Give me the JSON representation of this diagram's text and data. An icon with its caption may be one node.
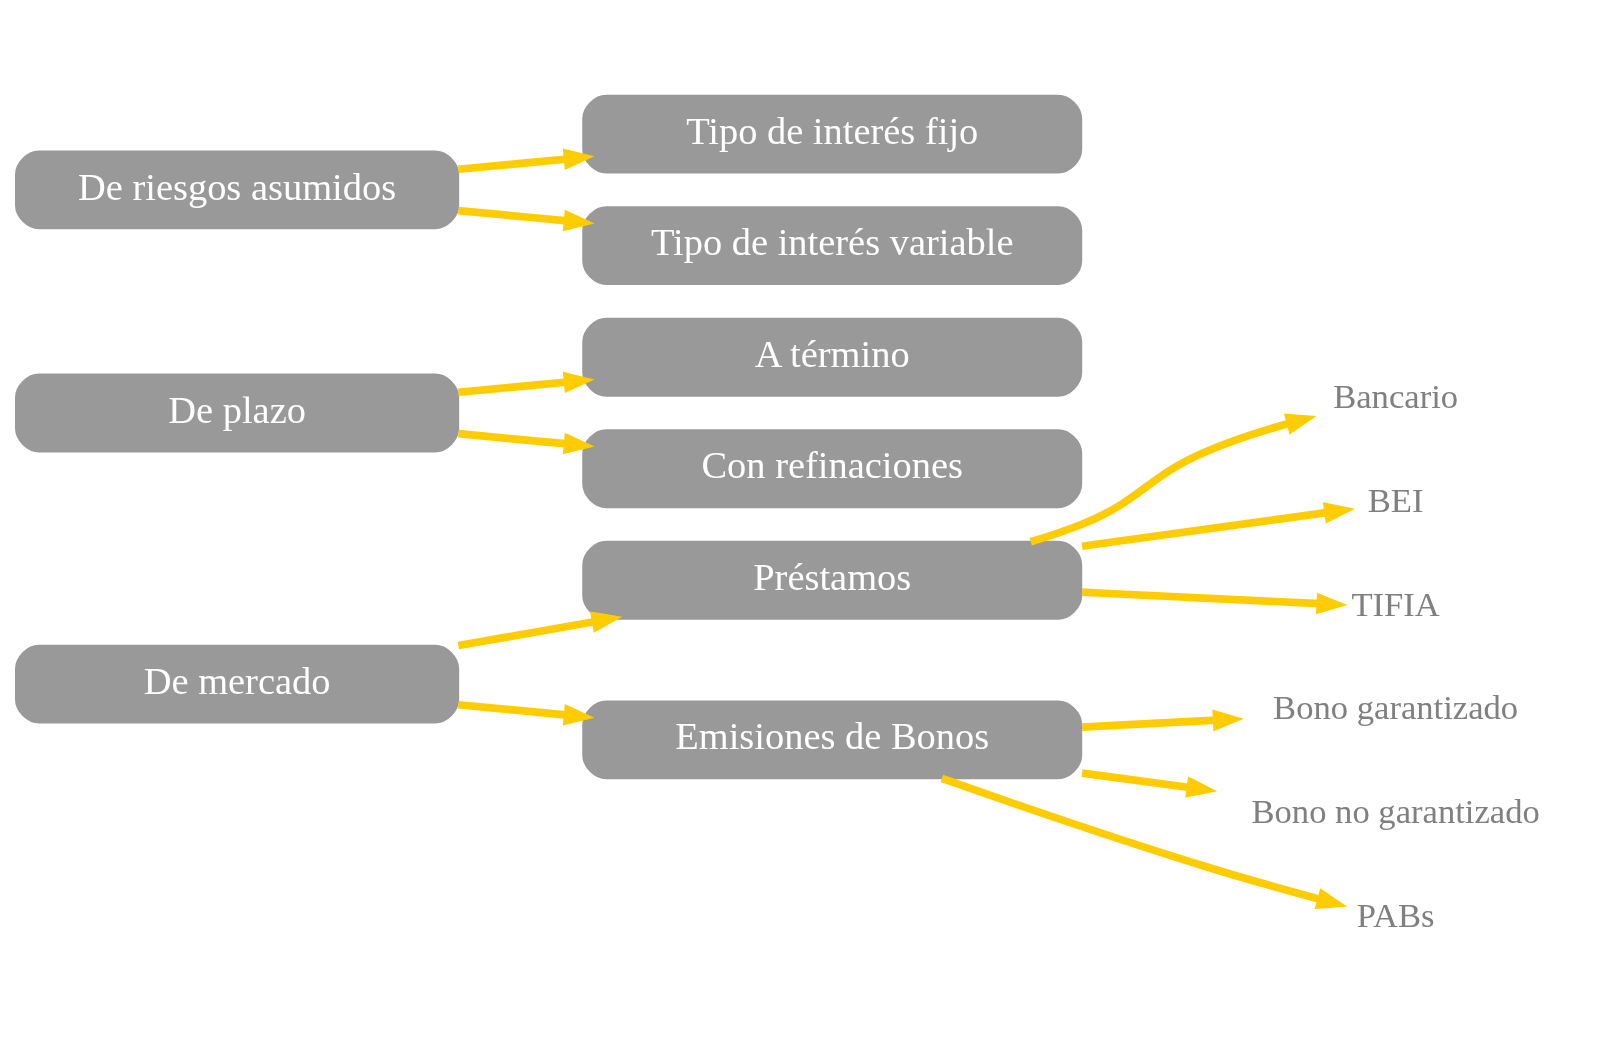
{
  "diagram": {
    "nodes": [
      {
        "text": [
          "De mercado"
        ]
      },
      {
        "text": [
          "Préstamos"
        ]
      },
      {
        "text": [
          "Emisiones de Bonos"
        ]
      },
      {
        "text": [
          "Bancario"
        ]
      },
      {
        "text": [
          "BEI"
        ]
      },
      {
        "text": [
          "TIFIA"
        ]
      },
      {
        "text": [
          "Bono garantizado"
        ]
      },
      {
        "text": [
          "Bono no garantizado"
        ]
      },
      {
        "text": [
          "PABs"
        ]
      },
      {
        "text": [
          "De plazo"
        ]
      },
      {
        "text": [
          "A término"
        ]
      },
      {
        "text": [
          "Con refinaciones"
        ]
      },
      {
        "text": [
          "De riesgos asumidos"
        ]
      },
      {
        "text": [
          "Tipo de interés fijo"
        ]
      },
      {
        "text": [
          "Tipo de interés variable"
        ]
      }
    ],
    "edges": [
      {
        "from": 0,
        "to": 1,
        "arrow": "to"
      },
      {
        "from": 0,
        "to": 2,
        "arrow": "to"
      },
      {
        "from": 1,
        "to": 3,
        "arrow": "to"
      },
      {
        "from": 1,
        "to": 4,
        "arrow": "to"
      },
      {
        "from": 1,
        "to": 5,
        "arrow": "to"
      },
      {
        "from": 2,
        "to": 6,
        "arrow": "to"
      },
      {
        "from": 2,
        "to": 7,
        "arrow": "to"
      },
      {
        "from": 2,
        "to": 8,
        "arrow": "to"
      },
      {
        "from": 9,
        "to": 10,
        "arrow": "to"
      },
      {
        "from": 9,
        "to": 11,
        "arrow": "to"
      },
      {
        "from": 12,
        "to": 13,
        "arrow": "to"
      },
      {
        "from": 12,
        "to": 14,
        "arrow": "to"
      }
    ]
  }
}
